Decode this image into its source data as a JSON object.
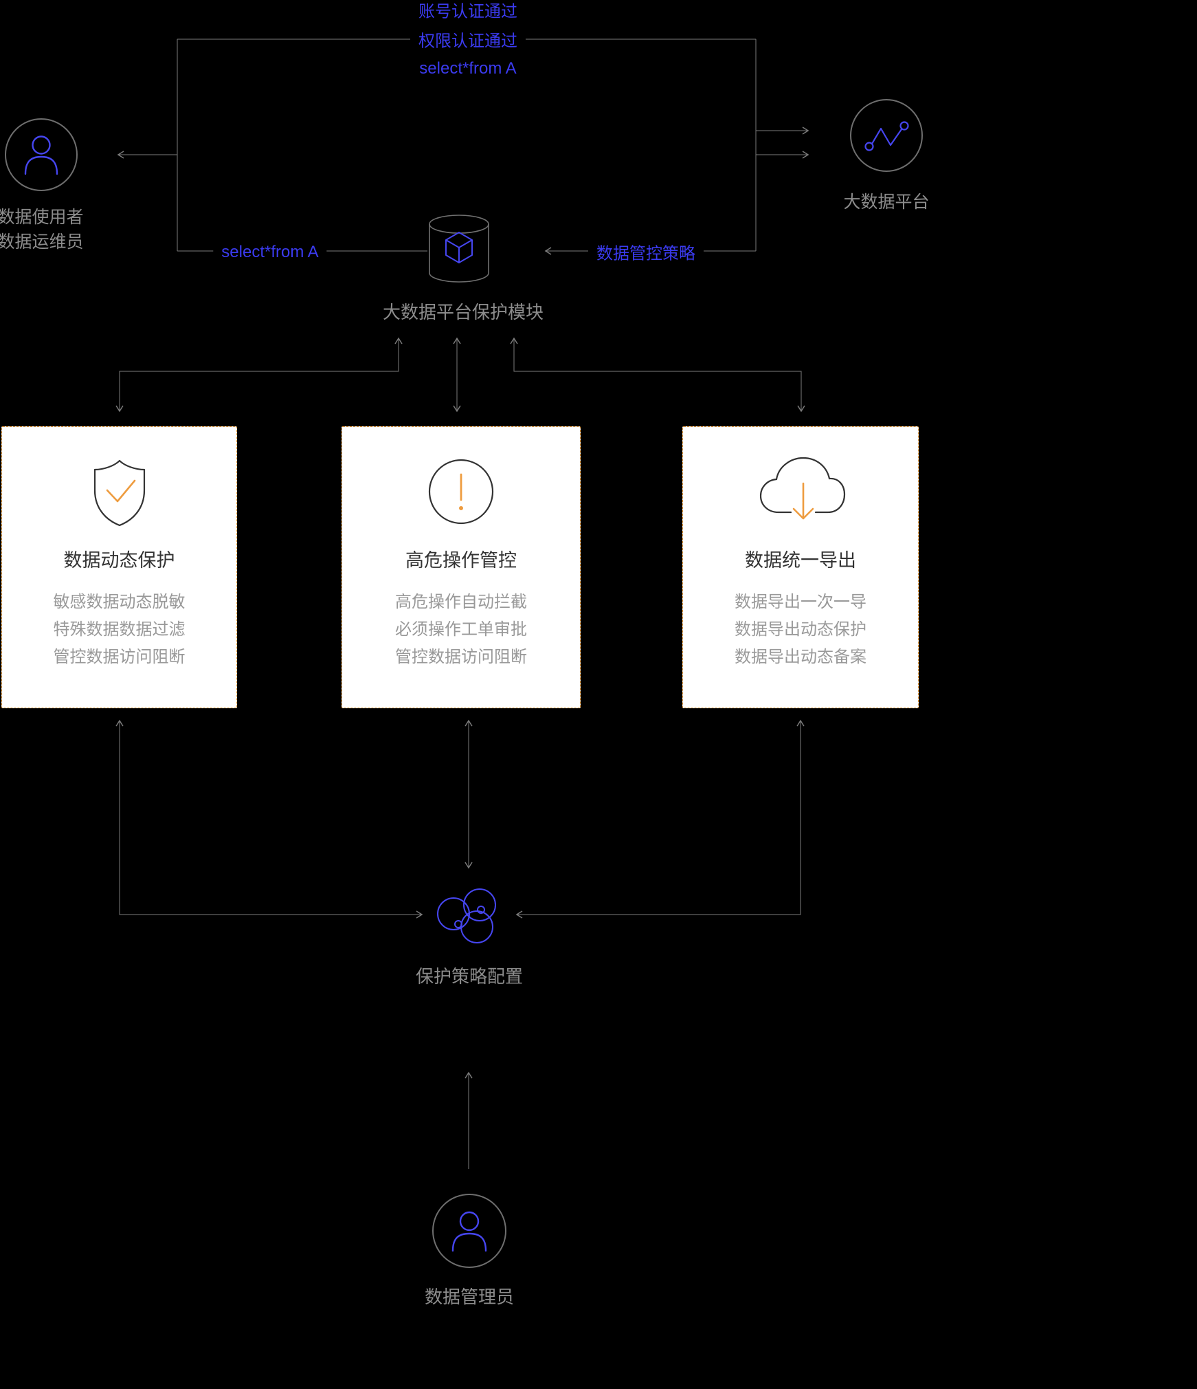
{
  "diagram": {
    "auth_flow": {
      "lines": [
        "账号认证通过",
        "权限认证通过",
        "select*from A"
      ]
    },
    "actors": {
      "user": {
        "label_line1": "数据使用者",
        "label_line2": "数据运维员"
      },
      "platform": {
        "label": "大数据平台"
      },
      "module": {
        "label": "大数据平台保护模块"
      },
      "config": {
        "label": "保护策略配置"
      },
      "admin": {
        "label": "数据管理员"
      }
    },
    "edges": {
      "select_from_a": "select*from A",
      "policy": "数据管控策略"
    },
    "cards": [
      {
        "icon": "shield-check-icon",
        "title": "数据动态保护",
        "items": [
          "敏感数据动态脱敏",
          "特殊数据数据过滤",
          "管控数据访问阻断"
        ]
      },
      {
        "icon": "alert-circle-icon",
        "title": "高危操作管控",
        "items": [
          "高危操作自动拦截",
          "必须操作工单审批",
          "管控数据访问阻断"
        ]
      },
      {
        "icon": "cloud-download-icon",
        "title": "数据统一导出",
        "items": [
          "数据导出一次一导",
          "数据导出动态保护",
          "数据导出动态备案"
        ]
      }
    ],
    "colors": {
      "background": "#000000",
      "accent_blue": "#3b3bf0",
      "accent_orange": "#ee9c3f",
      "line_gray": "#7b7b7b",
      "label_gray": "#8c8c8c",
      "card_bg": "#ffffff",
      "card_title": "#333333",
      "card_text": "#999999"
    }
  }
}
